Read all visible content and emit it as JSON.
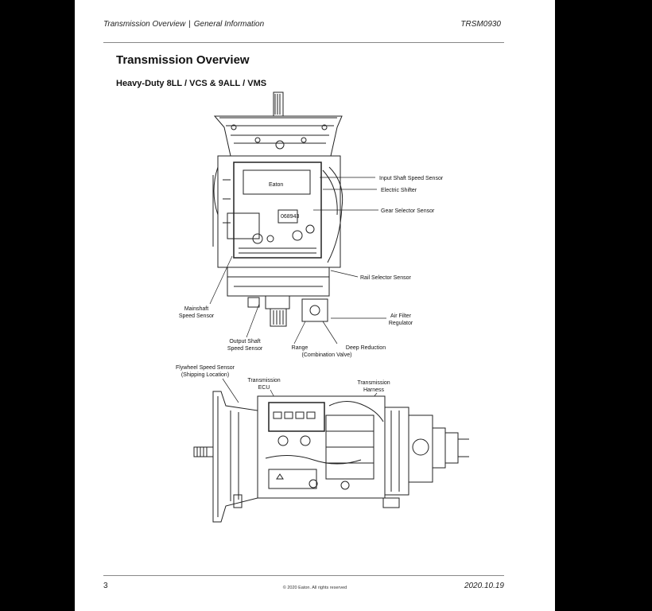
{
  "header": {
    "section": "Transmission Overview",
    "chapter": "General Information",
    "doc_id": "TRSM0930"
  },
  "title": "Transmission Overview",
  "subtitle": "Heavy-Duty 8LL / VCS & 9ALL / VMS",
  "figure_top": {
    "labels": {
      "input_shaft_speed_sensor": "Input Shaft Speed Sensor",
      "electric_shifter": "Electric Shifter",
      "gear_selector_sensor": "Gear Selector Sensor",
      "rail_selector_sensor": "Rail Selector Sensor",
      "mainshaft_speed_sensor_1": "Mainshaft",
      "mainshaft_speed_sensor_2": "Speed Sensor",
      "air_filter_regulator_1": "Air Filter",
      "air_filter_regulator_2": "Regulator",
      "output_shaft_speed_sensor_1": "Output Shaft",
      "output_shaft_speed_sensor_2": "Speed Sensor",
      "range_1": "Range",
      "range_2": "(Combination Valve)",
      "deep_reduction": "Deep Reduction"
    }
  },
  "figure_bottom": {
    "labels": {
      "flywheel_1": "Flywheel Speed Sensor",
      "flywheel_2": "(Shipping Location)",
      "ecu_1": "Transmission",
      "ecu_2": "ECU",
      "harness_1": "Transmission",
      "harness_2": "Harness"
    }
  },
  "footer": {
    "page_number": "3",
    "copyright": "© 2020 Eaton. All rights reserved",
    "date": "2020.10.19"
  }
}
